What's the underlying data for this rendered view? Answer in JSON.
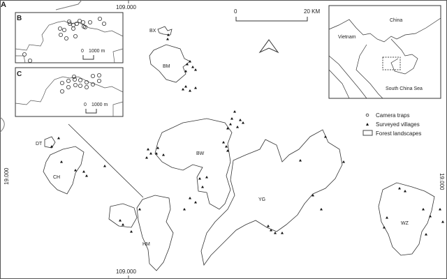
{
  "panel_labels": {
    "main": "A",
    "inset_b": "B",
    "inset_c": "C"
  },
  "coordinates": {
    "lon_top": "109.000",
    "lon_bottom": "109.000",
    "lat_left": "19.000",
    "lat_right": "19.000"
  },
  "scale_bar": {
    "start": "0",
    "end": "20 KM"
  },
  "inset_scale": {
    "start": "0",
    "end": "1000 m"
  },
  "locator_map": {
    "labels": [
      "China",
      "Vietnam",
      "South China Sea"
    ]
  },
  "legend": {
    "camera_traps": "Camera traps",
    "surveyed_villages": "Surveyed villages",
    "forest_landscapes": "Forest landscapes"
  },
  "regions": {
    "bx": "BX",
    "bm": "BM",
    "dt": "DT",
    "ch": "CH",
    "bw": "BW",
    "yg": "YG",
    "hm": "HM",
    "wz": "WZ"
  }
}
